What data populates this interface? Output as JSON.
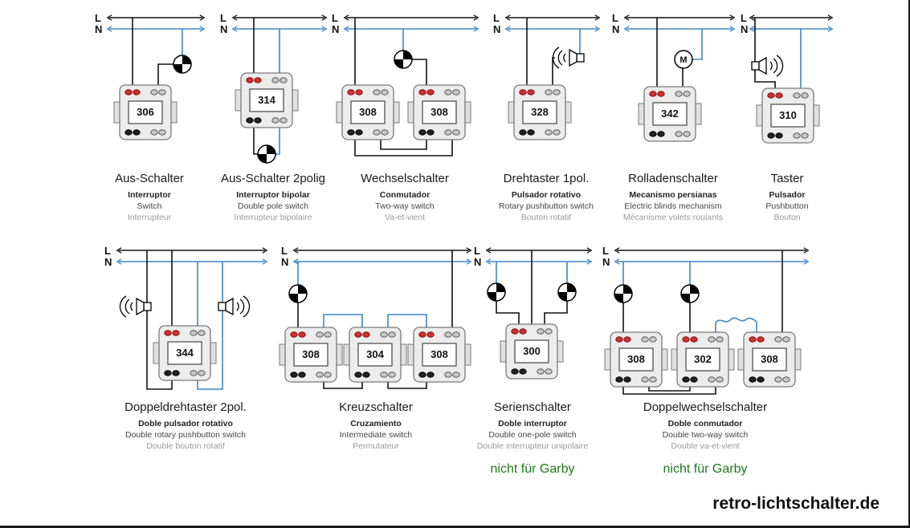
{
  "page": {
    "logo": "retro-lichtschalter.de"
  },
  "lines": {
    "l": "L",
    "n": "N"
  },
  "symbols": {
    "motor": "M"
  },
  "colors": {
    "wire_neutral_blue": "#3b87c8",
    "wire_live_black": "#111111",
    "note_green": "#1d7a1d",
    "terminal_red": "#d03030"
  },
  "diagrams": [
    {
      "title": "Aus-Schalter",
      "sub1": "Interruptor",
      "sub2": "Switch",
      "sub3": "Interrupteur",
      "numbers": [
        "306"
      ]
    },
    {
      "title": "Aus-Schalter 2polig",
      "sub1": "Interruptor bipolar",
      "sub2": "Double pole switch",
      "sub3": "Interrupteur bipolaire",
      "numbers": [
        "314"
      ]
    },
    {
      "title": "Wechselschalter",
      "sub1": "Conmutador",
      "sub2": "Two-way switch",
      "sub3": "Va-et-vient",
      "numbers": [
        "308",
        "308"
      ]
    },
    {
      "title": "Drehtaster 1pol.",
      "sub1": "Pulsador rotativo",
      "sub2": "Rotary pushbutton switch",
      "sub3": "Bouton rotatif",
      "numbers": [
        "328"
      ]
    },
    {
      "title": "Rolladenschalter",
      "sub1": "Mecanismo persianas",
      "sub2": "Electric blinds mechanism",
      "sub3": "Mécanisme volets roulants",
      "numbers": [
        "342"
      ]
    },
    {
      "title": "Taster",
      "sub1": "Pulsador",
      "sub2": "Pushbutton",
      "sub3": "Bouton",
      "numbers": [
        "310"
      ]
    },
    {
      "title": "Doppeldrehtaster 2pol.",
      "sub1": "Doble pulsador rotativo",
      "sub2": "Double rotary pushbutton switch",
      "sub3": "Double bouton rotatif",
      "numbers": [
        "344"
      ]
    },
    {
      "title": "Kreuzschalter",
      "sub1": "Cruzamiento",
      "sub2": "Intermediate switch",
      "sub3": "Permutateur",
      "numbers": [
        "308",
        "304",
        "308"
      ]
    },
    {
      "title": "Serienschalter",
      "sub1": "Doble interruptor",
      "sub2": "Double one-pole switch",
      "sub3": "Double interrupteur unipolaire",
      "numbers": [
        "300"
      ],
      "note": "nicht für Garby"
    },
    {
      "title": "Doppelwechselschalter",
      "sub1": "Doble conmutador",
      "sub2": "Double two-way switch",
      "sub3": "Double va-et-vient",
      "numbers": [
        "308",
        "302",
        "308"
      ],
      "note": "nicht für Garby"
    }
  ]
}
